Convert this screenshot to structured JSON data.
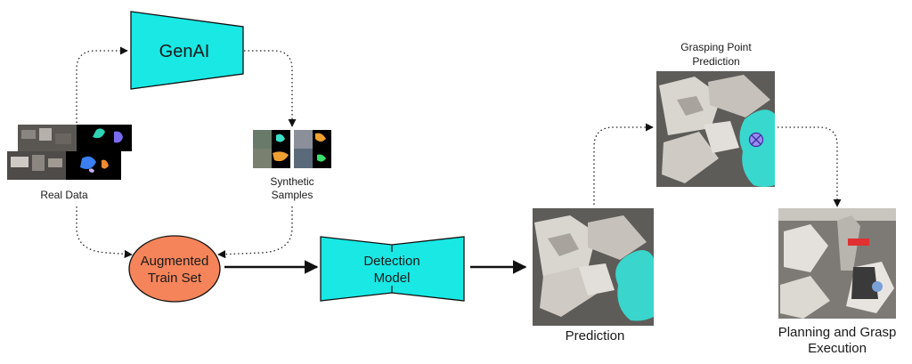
{
  "nodes": {
    "genai": {
      "label": "GenAI"
    },
    "real_data": {
      "label": "Real Data"
    },
    "synthetic": {
      "label_line1": "Synthetic",
      "label_line2": "Samples"
    },
    "augmented": {
      "label_line1": "Augmented",
      "label_line2": "Train Set"
    },
    "detection": {
      "label_line1": "Detection",
      "label_line2": "Model"
    },
    "prediction": {
      "label": "Prediction"
    },
    "grasping": {
      "label_line1": "Grasping Point",
      "label_line2": "Prediction"
    },
    "planning": {
      "label_line1": "Planning and Grasp",
      "label_line2": "Execution"
    }
  },
  "colors": {
    "cyan": "#19e8e4",
    "salmon": "#f5845a",
    "mask_cyan": "#35e6dc",
    "grasp_marker": "#9b8cf0"
  }
}
